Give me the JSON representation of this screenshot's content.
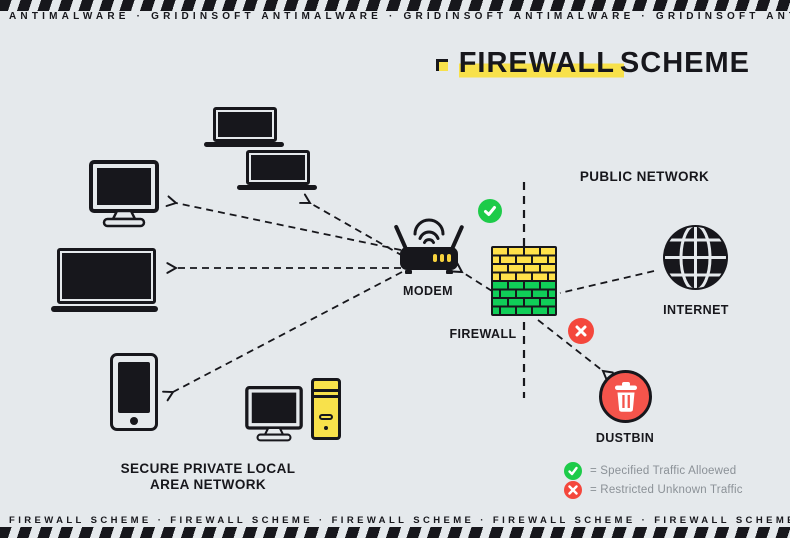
{
  "banner_top": {
    "text": "ANTIMALWARE · GRIDINSOFT ANTIMALWARE · GRIDINSOFT ANTIMALWARE · GRIDINSOFT ANTIMALW"
  },
  "banner_bottom": {
    "text": "FIREWALL SCHEME · FIREWALL SCHEME · FIREWALL SCHEME · FIREWALL SCHEME · FIREWALL SCHEME · FIREWAL"
  },
  "title": {
    "highlighted_word": "FIREWALL",
    "rest": "SCHEME"
  },
  "labels": {
    "public_network": "PUBLIC NETWORK",
    "modem": "MODEM",
    "firewall": "FIREWALL",
    "internet": "INTERNET",
    "dustbin": "DUSTBIN",
    "secure_lan_line1": "SECURE PRIVATE LOCAL",
    "secure_lan_line2": "AREA NETWORK"
  },
  "legend": {
    "allowed": {
      "symbol": "check-circle-icon",
      "text": "= Specified Traffic Alloewed"
    },
    "restricted": {
      "symbol": "x-circle-icon",
      "text": "= Restricted Unknown Traffic"
    }
  },
  "icons": {
    "modem": "wifi-router-icon",
    "firewall": "brick-wall-icon",
    "internet": "globe-icon",
    "dustbin": "trash-icon",
    "allowed_traffic": "check-circle-icon",
    "restricted_traffic": "x-circle-icon",
    "lan_devices": [
      "laptop-icon",
      "laptop-icon",
      "monitor-icon",
      "laptop-icon",
      "tablet-icon",
      "desktop-pc-icon"
    ]
  },
  "colors": {
    "background": "#E5E9EC",
    "ink": "#17171C",
    "accent_yellow": "#F8E14B",
    "brick_yellow": "#FFE14A",
    "brick_green": "#10CE58",
    "check_green": "#1DCB49",
    "cross_red": "#F4473C",
    "dustbin_red": "#F4544B",
    "legend_text_gray": "#8B9197"
  }
}
